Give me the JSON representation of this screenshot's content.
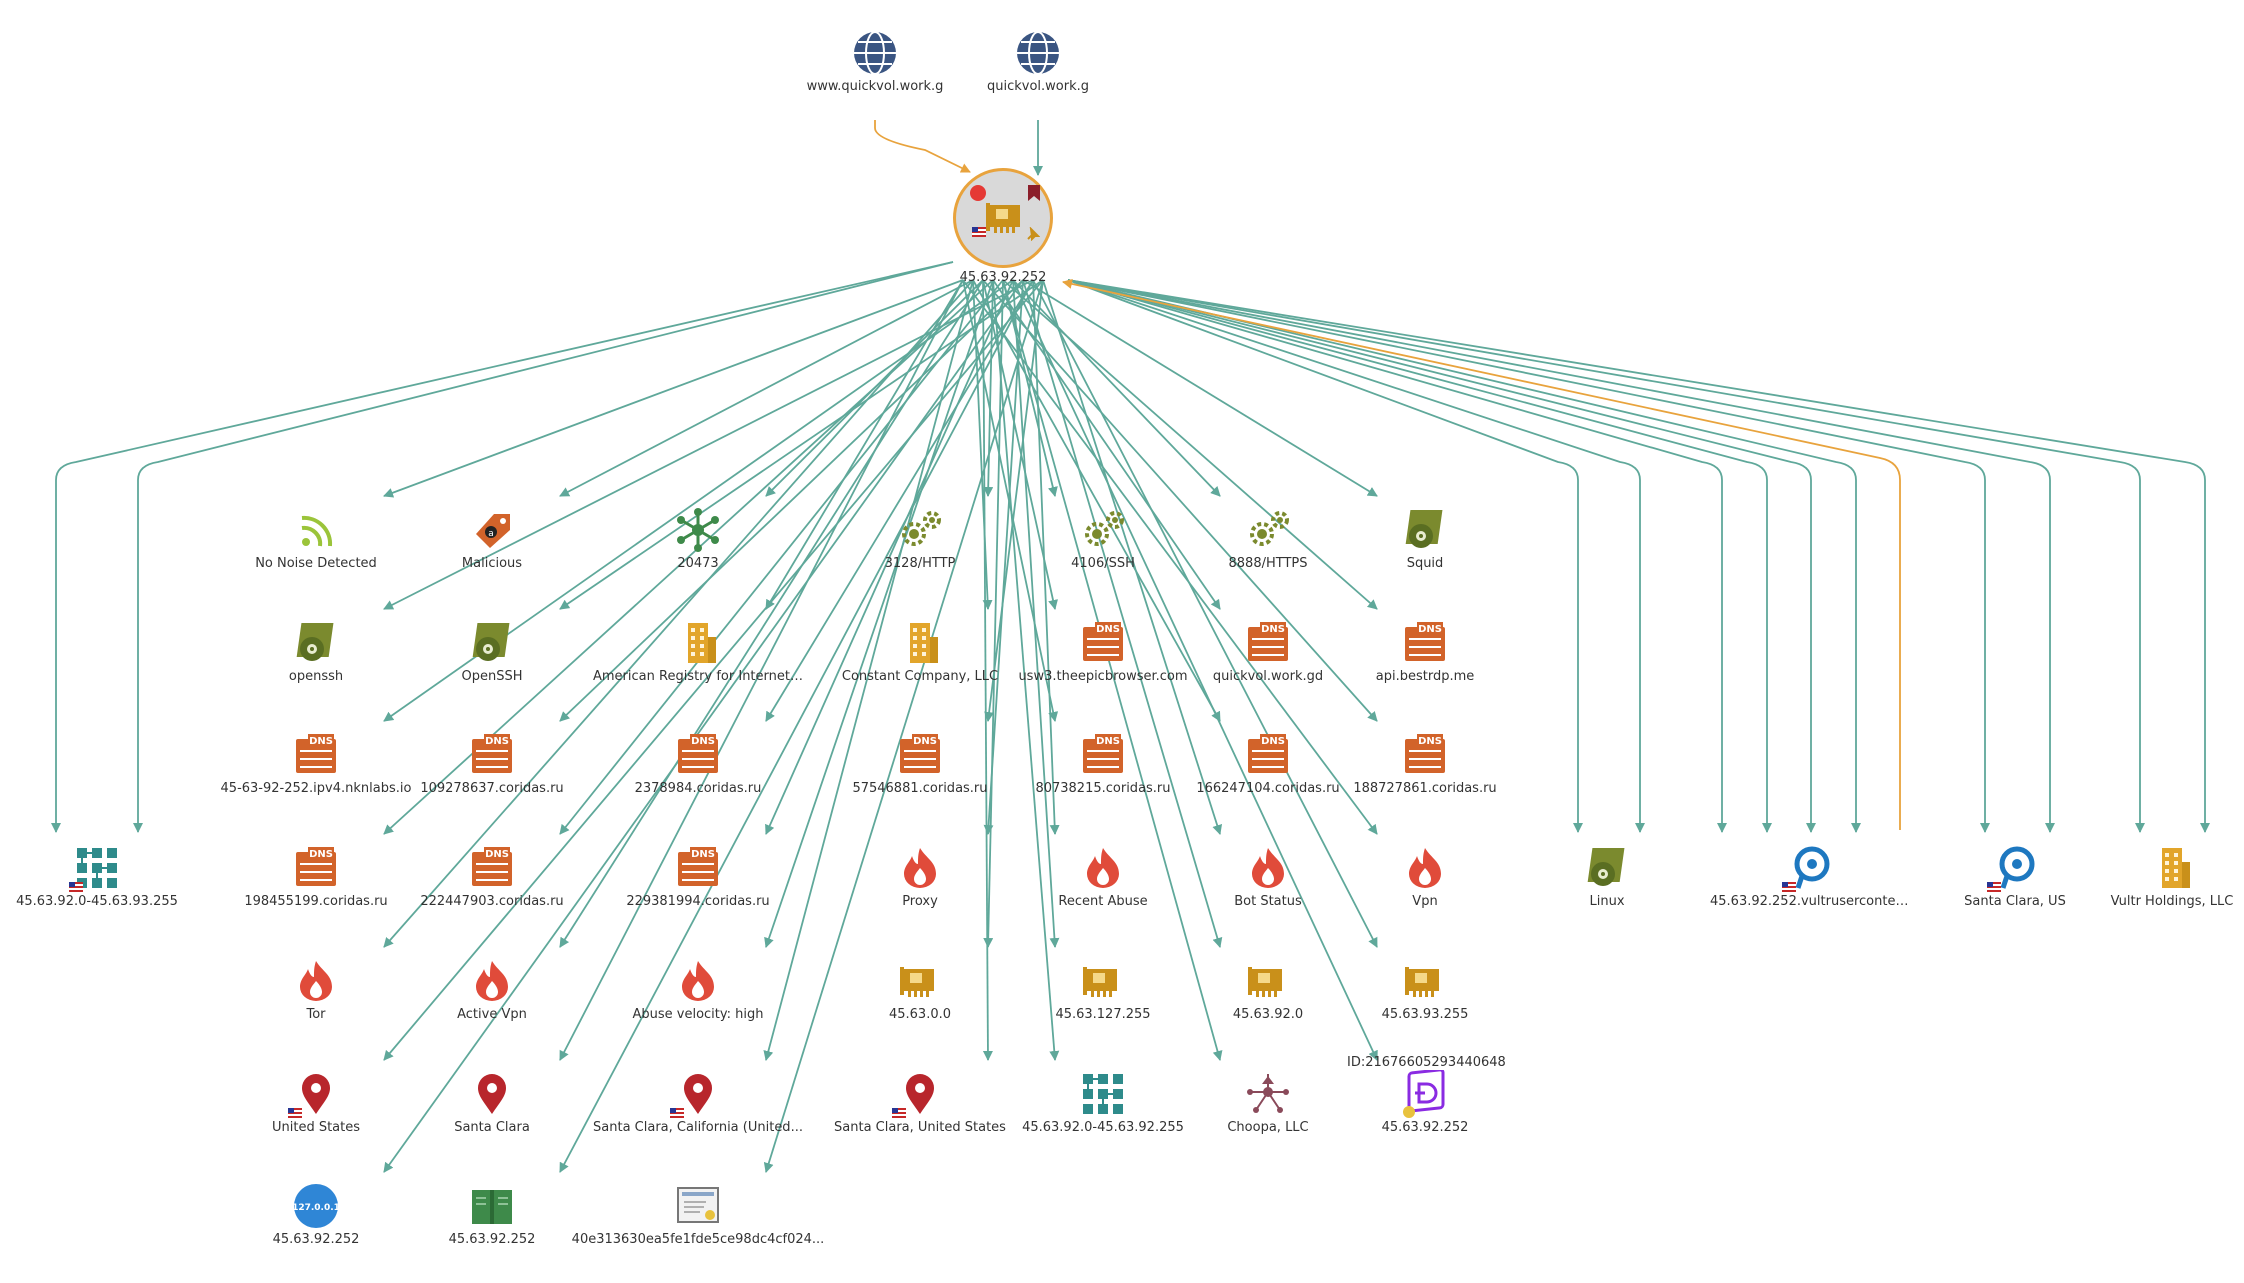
{
  "colors": {
    "edge": "#5fa89a",
    "edge_highlight": "#e8a33d",
    "dns_orange": "#d2632a",
    "fire_red": "#e04b3a",
    "pin_red": "#b8262c",
    "gear_olive": "#7b8a2e",
    "card_gold": "#c9901a",
    "globe_blue": "#3a5582",
    "network_teal": "#2e8b8b",
    "pin_blue": "#1e78c0"
  },
  "graph": {
    "nodes": [
      {
        "id": "g1",
        "label": "www.quickvol.work.g",
        "icon": "globe-icon"
      },
      {
        "id": "g2",
        "label": "quickvol.work.g",
        "icon": "globe-icon"
      },
      {
        "id": "center",
        "label": "45.63.92.252",
        "icon": "network-card-icon"
      },
      {
        "id": "n_nonoise",
        "label": "No Noise Detected",
        "icon": "rss-icon"
      },
      {
        "id": "n_malicious",
        "label": "Malicious",
        "icon": "tag-icon"
      },
      {
        "id": "n_20473",
        "label": "20473",
        "icon": "hub-icon"
      },
      {
        "id": "n_3128",
        "label": "3128/HTTP",
        "icon": "gears-icon"
      },
      {
        "id": "n_4106",
        "label": "4106/SSH",
        "icon": "gears-icon"
      },
      {
        "id": "n_8888",
        "label": "8888/HTTPS",
        "icon": "gears-icon"
      },
      {
        "id": "n_squid",
        "label": "Squid",
        "icon": "software-icon"
      },
      {
        "id": "n_openssh",
        "label": "openssh",
        "icon": "software-icon"
      },
      {
        "id": "n_OpenSSH",
        "label": "OpenSSH",
        "icon": "software-icon"
      },
      {
        "id": "n_arin",
        "label": "American Registry for Internet ...",
        "icon": "building-icon"
      },
      {
        "id": "n_constant",
        "label": "Constant Company, LLC",
        "icon": "building-icon"
      },
      {
        "id": "n_usw3",
        "label": "usw3.theepicbrowser.com",
        "icon": "dns-icon"
      },
      {
        "id": "n_quickvolgd",
        "label": "quickvol.work.gd",
        "icon": "dns-icon"
      },
      {
        "id": "n_bestrdp",
        "label": "api.bestrdp.me",
        "icon": "dns-icon"
      },
      {
        "id": "n_nkn",
        "label": "45-63-92-252.ipv4.nknlabs.io",
        "icon": "dns-icon"
      },
      {
        "id": "n_109278637",
        "label": "109278637.coridas.ru",
        "icon": "dns-icon"
      },
      {
        "id": "n_2378984",
        "label": "2378984.coridas.ru",
        "icon": "dns-icon"
      },
      {
        "id": "n_57546881",
        "label": "57546881.coridas.ru",
        "icon": "dns-icon"
      },
      {
        "id": "n_80738215",
        "label": "80738215.coridas.ru",
        "icon": "dns-icon"
      },
      {
        "id": "n_166247104",
        "label": "166247104.coridas.ru",
        "icon": "dns-icon"
      },
      {
        "id": "n_188727861",
        "label": "188727861.coridas.ru",
        "icon": "dns-icon"
      },
      {
        "id": "n_range1",
        "label": "45.63.92.0-45.63.93.255",
        "icon": "network-icon"
      },
      {
        "id": "n_198455199",
        "label": "198455199.coridas.ru",
        "icon": "dns-icon"
      },
      {
        "id": "n_222447903",
        "label": "222447903.coridas.ru",
        "icon": "dns-icon"
      },
      {
        "id": "n_229381994",
        "label": "229381994.coridas.ru",
        "icon": "dns-icon"
      },
      {
        "id": "n_proxy",
        "label": "Proxy",
        "icon": "fire-icon"
      },
      {
        "id": "n_recentabuse",
        "label": "Recent Abuse",
        "icon": "fire-icon"
      },
      {
        "id": "n_botstatus",
        "label": "Bot Status",
        "icon": "fire-icon"
      },
      {
        "id": "n_vpn",
        "label": "Vpn",
        "icon": "fire-icon"
      },
      {
        "id": "n_linux",
        "label": "Linux",
        "icon": "software-icon"
      },
      {
        "id": "n_vultrhost",
        "label": "45.63.92.252.vultrusercontent.c...",
        "icon": "location-icon"
      },
      {
        "id": "n_santaclaraus",
        "label": "Santa Clara, US",
        "icon": "location-icon"
      },
      {
        "id": "n_vultr",
        "label": "Vultr Holdings, LLC",
        "icon": "building-icon"
      },
      {
        "id": "n_tor",
        "label": "Tor",
        "icon": "fire-icon"
      },
      {
        "id": "n_activevpn",
        "label": "Active Vpn",
        "icon": "fire-icon"
      },
      {
        "id": "n_abusevel",
        "label": "Abuse velocity: high",
        "icon": "fire-icon"
      },
      {
        "id": "n_ip1",
        "label": "45.63.0.0",
        "icon": "network-card-icon"
      },
      {
        "id": "n_ip2",
        "label": "45.63.127.255",
        "icon": "network-card-icon"
      },
      {
        "id": "n_ip3",
        "label": "45.63.92.0",
        "icon": "network-card-icon"
      },
      {
        "id": "n_ip4",
        "label": "45.63.93.255",
        "icon": "network-card-icon"
      },
      {
        "id": "n_us",
        "label": "United States",
        "icon": "map-pin-icon"
      },
      {
        "id": "n_santaclara",
        "label": "Santa Clara",
        "icon": "map-pin-icon"
      },
      {
        "id": "n_scca",
        "label": "Santa Clara, California (United...",
        "icon": "map-pin-icon"
      },
      {
        "id": "n_scus",
        "label": "Santa Clara, United States",
        "icon": "map-pin-icon"
      },
      {
        "id": "n_range2",
        "label": "45.63.92.0-45.63.92.255",
        "icon": "network-icon"
      },
      {
        "id": "n_choopa",
        "label": "Choopa, LLC",
        "icon": "org-icon"
      },
      {
        "id": "n_ident",
        "label": "45.63.92.252",
        "icon": "identity-icon"
      },
      {
        "id": "n_localhost",
        "label": "45.63.92.252",
        "icon": "localhost-icon"
      },
      {
        "id": "n_book",
        "label": "45.63.92.252",
        "icon": "book-icon"
      },
      {
        "id": "n_cert",
        "label": "40e313630ea5fe1fde5ce98dc4cf024...",
        "icon": "certificate-icon"
      }
    ],
    "id_caption": "ID:21676605293440648",
    "localhost_text": "127.0.0.1",
    "dns_text": "DNS"
  }
}
